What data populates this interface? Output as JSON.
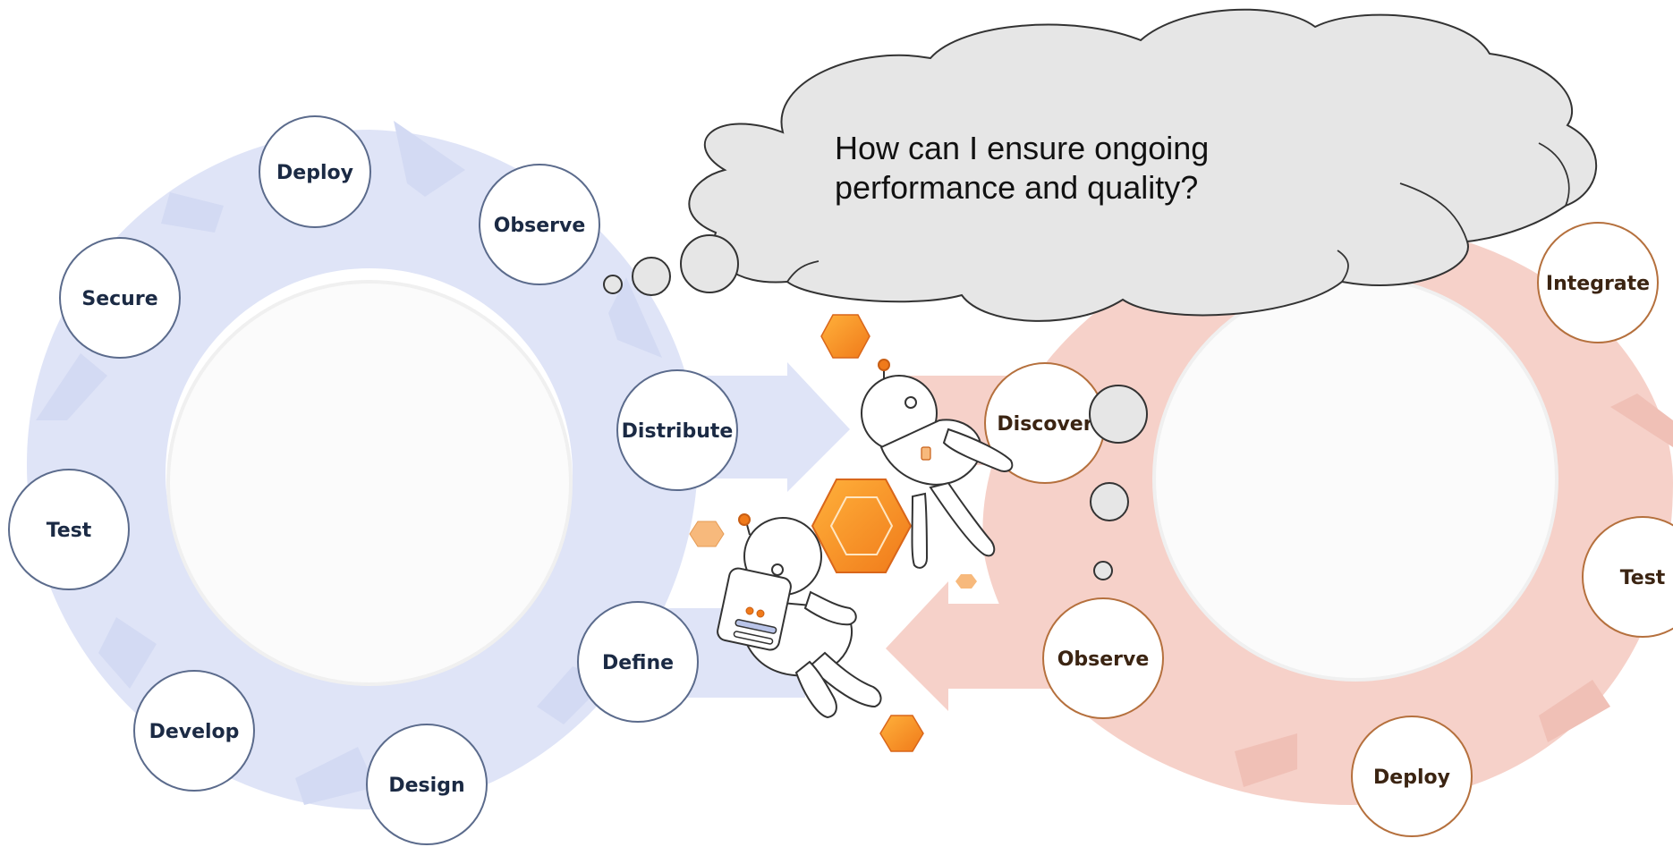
{
  "colors": {
    "left_ring": "#dfe4f7",
    "left_node_border": "#5b6b8c",
    "right_ring": "#f6d1c9",
    "right_node_border": "#b5703d",
    "cloud_fill": "#e6e6e6",
    "cloud_stroke": "#333333",
    "hexagon_orange": "#f58a1f"
  },
  "left_loop": {
    "nodes": [
      {
        "label": "Deploy"
      },
      {
        "label": "Observe"
      },
      {
        "label": "Secure"
      },
      {
        "label": "Distribute"
      },
      {
        "label": "Test"
      },
      {
        "label": "Define"
      },
      {
        "label": "Develop"
      },
      {
        "label": "Design"
      }
    ]
  },
  "right_loop": {
    "nodes": [
      {
        "label": "Integrate"
      },
      {
        "label": "Discover"
      },
      {
        "label": "Test"
      },
      {
        "label": "Observe"
      },
      {
        "label": "Deploy"
      }
    ]
  },
  "thought_bubble": {
    "line1": "How can I ensure ongoing",
    "line2": "performance and quality?"
  },
  "illustration": {
    "icon": "astronauts-with-hexagons"
  }
}
